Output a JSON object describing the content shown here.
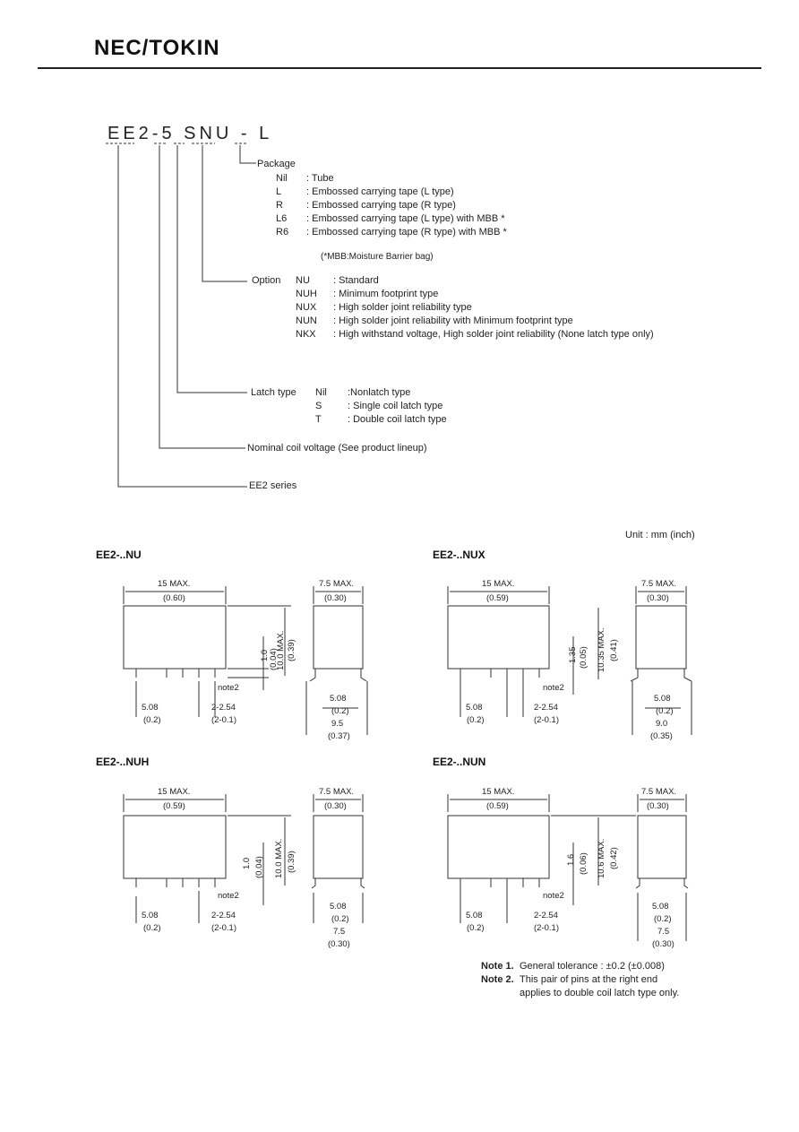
{
  "header": {
    "brand": "NEC/TOKIN"
  },
  "part_number": "EE2-5 SNU - L",
  "package": {
    "title": "Package",
    "items": [
      {
        "code": "Nil",
        "desc": ": Tube"
      },
      {
        "code": "L",
        "desc": ": Embossed carrying tape (L type)"
      },
      {
        "code": "R",
        "desc": ": Embossed carrying tape (R type)"
      },
      {
        "code": "L6",
        "desc": ": Embossed carrying tape (L type)  with MBB *"
      },
      {
        "code": "R6",
        "desc": ": Embossed carrying tape (R type) with MBB *"
      }
    ],
    "footnote": "(*MBB:Moisture Barrier bag)"
  },
  "option": {
    "title": "Option",
    "items": [
      {
        "code": "NU",
        "desc": ": Standard"
      },
      {
        "code": "NUH",
        "desc": ": Minimum footprint type"
      },
      {
        "code": "NUX",
        "desc": ": High solder joint reliability type"
      },
      {
        "code": "NUN",
        "desc": ": High solder joint reliability with Minimum footprint type"
      },
      {
        "code": "NKX",
        "desc": ": High withstand voltage, High solder joint reliability (None latch type only)"
      }
    ]
  },
  "latch": {
    "title": "Latch type",
    "items": [
      {
        "code": "Nil",
        "desc": ":Nonlatch type"
      },
      {
        "code": "S",
        "desc": ": Single coil latch type"
      },
      {
        "code": "T",
        "desc": ": Double coil latch type"
      }
    ]
  },
  "voltage_label": "Nominal coil voltage (See product lineup)",
  "series_label": "EE2 series",
  "unit_label": "Unit : mm (inch)",
  "drawings": {
    "nu": {
      "title": "EE2-..NU",
      "width_dim": "15 MAX.",
      "width_inch": "(0.60)",
      "side_dim": "7.5 MAX.",
      "side_inch": "(0.30)",
      "height_dim": "10.0 MAX.",
      "height_inch": "(0.39)",
      "stand_dim": "1.0",
      "stand_inch": "(0.04)",
      "note": "note2",
      "pitch1": "5.08",
      "pitch1_inch": "(0.2)",
      "pitch2": "2-2.54",
      "pitch2_inch": "(2-0.1)",
      "foot_dim": "5.08",
      "foot_inch": "(0.2)",
      "span_dim": "9.5",
      "span_inch": "(0.37)"
    },
    "nux": {
      "title": "EE2-..NUX",
      "width_dim": "15 MAX.",
      "width_inch": "(0.59)",
      "side_dim": "7.5 MAX.",
      "side_inch": "(0.30)",
      "height_dim": "10.35 MAX.",
      "height_inch": "(0.41)",
      "stand_dim": "1.35",
      "stand_inch": "(0.05)",
      "note": "note2",
      "pitch1": "5.08",
      "pitch1_inch": "(0.2)",
      "pitch2": "2-2.54",
      "pitch2_inch": "(2-0.1)",
      "foot_dim": "5.08",
      "foot_inch": "(0.2)",
      "span_dim": "9.0",
      "span_inch": "(0.35)"
    },
    "nuh": {
      "title": "EE2-..NUH",
      "width_dim": "15 MAX.",
      "width_inch": "(0.59)",
      "side_dim": "7.5 MAX.",
      "side_inch": "(0.30)",
      "height_dim": "10.0 MAX.",
      "height_inch": "(0.39)",
      "stand_dim": "1.0",
      "stand_inch": "(0.04)",
      "note": "note2",
      "pitch1": "5.08",
      "pitch1_inch": "(0.2)",
      "pitch2": "2-2.54",
      "pitch2_inch": "(2-0.1)",
      "foot_dim": "5.08",
      "foot_inch": "(0.2)",
      "span_dim": "7.5",
      "span_inch": "(0.30)"
    },
    "nun": {
      "title": "EE2-..NUN",
      "width_dim": "15 MAX.",
      "width_inch": "(0.59)",
      "side_dim": "7.5 MAX.",
      "side_inch": "(0.30)",
      "height_dim": "10.6 MAX.",
      "height_inch": "(0.42)",
      "stand_dim": "1.6",
      "stand_inch": "(0.06)",
      "note": "note2",
      "pitch1": "5.08",
      "pitch1_inch": "(0.2)",
      "pitch2": "2-2.54",
      "pitch2_inch": "(2-0.1)",
      "foot_dim": "5.08",
      "foot_inch": "(0.2)",
      "span_dim": "7.5",
      "span_inch": "(0.30)"
    }
  },
  "notes": {
    "note1_label": "Note 1.",
    "note1_text": "General tolerance : ±0.2 (±0.008)",
    "note2_label": "Note 2.",
    "note2_text": "This pair of pins at the right end",
    "note2_text2": "applies to double coil latch type only."
  }
}
